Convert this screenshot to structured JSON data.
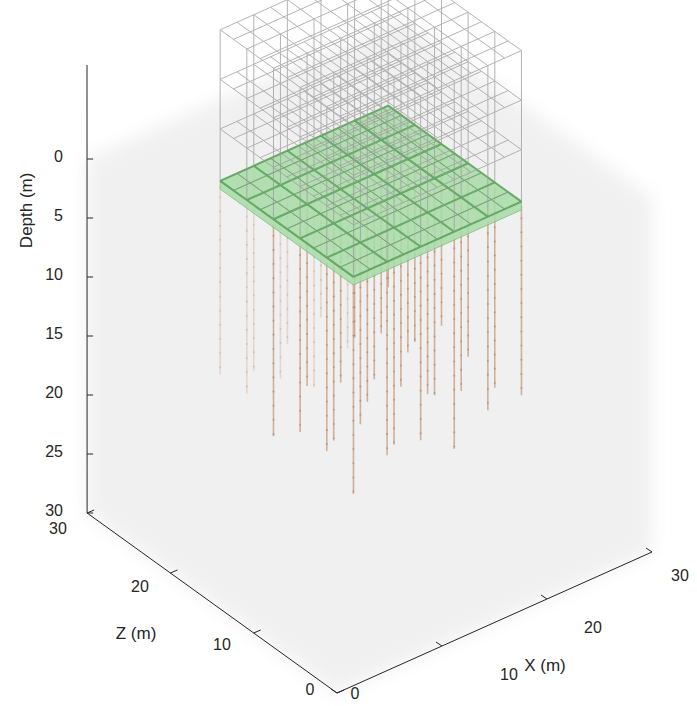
{
  "diagram": {
    "labels": [
      "0",
      "5",
      "10",
      "15",
      "20",
      "25",
      "30",
      "Depth (m)",
      "30",
      "20",
      "10",
      "0",
      "Z (m)",
      "0",
      "10",
      "20",
      "30",
      "X (m)"
    ]
  }
}
